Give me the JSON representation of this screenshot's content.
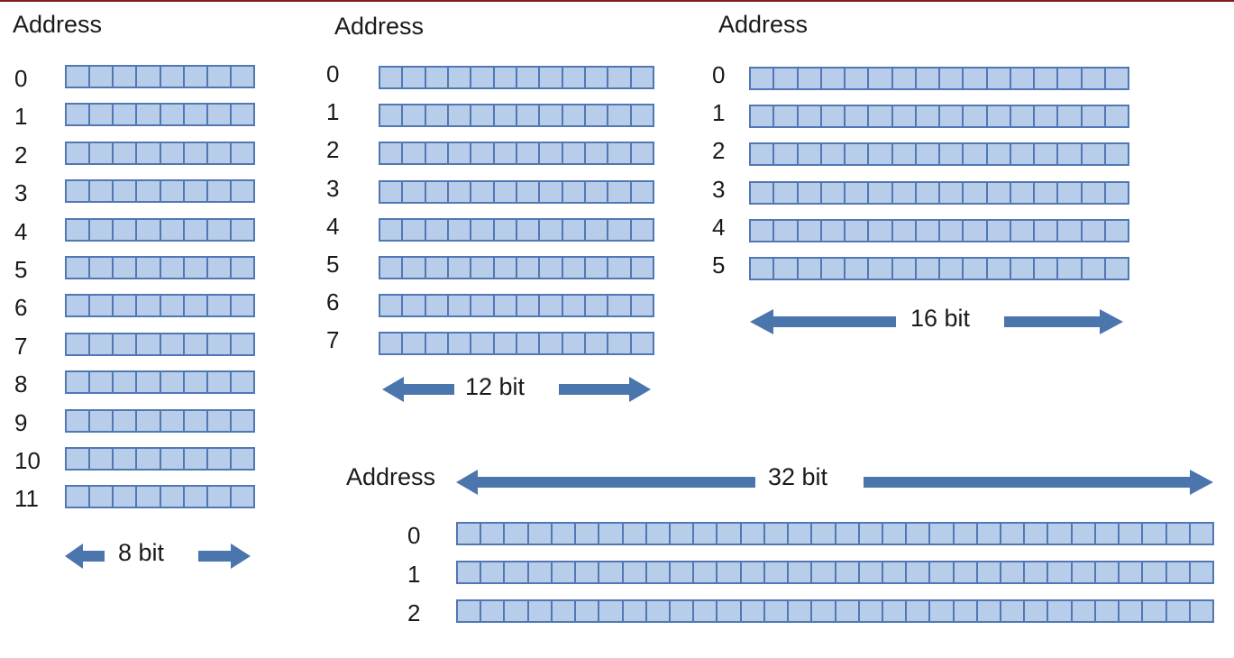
{
  "colors": {
    "cell_fill": "#b7cdea",
    "cell_border": "#5178b4",
    "arrow": "#4a75ad",
    "frame_top": "#7a1f1f"
  },
  "panels": [
    {
      "address_label": "Address",
      "width_label": "8 bit",
      "bits": 8,
      "addresses": [
        "0",
        "1",
        "2",
        "3",
        "4",
        "5",
        "6",
        "7",
        "8",
        "9",
        "10",
        "11"
      ]
    },
    {
      "address_label": "Address",
      "width_label": "12 bit",
      "bits": 12,
      "addresses": [
        "0",
        "1",
        "2",
        "3",
        "4",
        "5",
        "6",
        "7"
      ]
    },
    {
      "address_label": "Address",
      "width_label": "16 bit",
      "bits": 16,
      "addresses": [
        "0",
        "1",
        "2",
        "3",
        "4",
        "5"
      ]
    },
    {
      "address_label": "Address",
      "width_label": "32 bit",
      "bits": 32,
      "addresses": [
        "0",
        "1",
        "2"
      ]
    }
  ]
}
